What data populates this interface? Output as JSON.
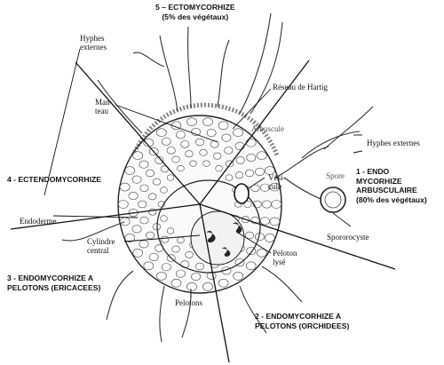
{
  "sections": {
    "ecto": {
      "line1": "5 – ECTOMYCORHIZE",
      "line2": "(5% des végétaux)"
    },
    "endo_arb": {
      "line1": "1 - ENDO",
      "line2": "MYCORHIZE",
      "line3": "ARBUSCULAIRE",
      "line4": "(80% des végétaux)"
    },
    "ectendo": {
      "line1": "4 - ECTENDOMYCORHIZE"
    },
    "ericacees": {
      "line1": "3 - ENDOMYCORHIZE A",
      "line2": "PELOTONS (ERICACEES)"
    },
    "orchidees": {
      "line1": "2 - ENDOMYCORHIZE A",
      "line2": "PELOTONS (ORCHIDEES)"
    }
  },
  "labels": {
    "hyphes_externes_left": {
      "line1": "Hyphes",
      "line2": "externes"
    },
    "reseau_hartig": "Réseau de Hartig",
    "manteau": {
      "line1": "Man-",
      "line2": "teau"
    },
    "arbuscule": "Arbuscule",
    "hyphes_externes_right": "Hyphes externes",
    "vesicule": {
      "line1": "Vési-",
      "line2": "cule"
    },
    "spore": "Spore",
    "endoderme": "Endoderme",
    "cylindre_central": {
      "line1": "Cylindre",
      "line2": "central"
    },
    "sporocyste": "Spororocyste",
    "peloton_lyse": {
      "line1": "Peloton",
      "line2": "lysé"
    },
    "pelotons": "Pelotons"
  }
}
